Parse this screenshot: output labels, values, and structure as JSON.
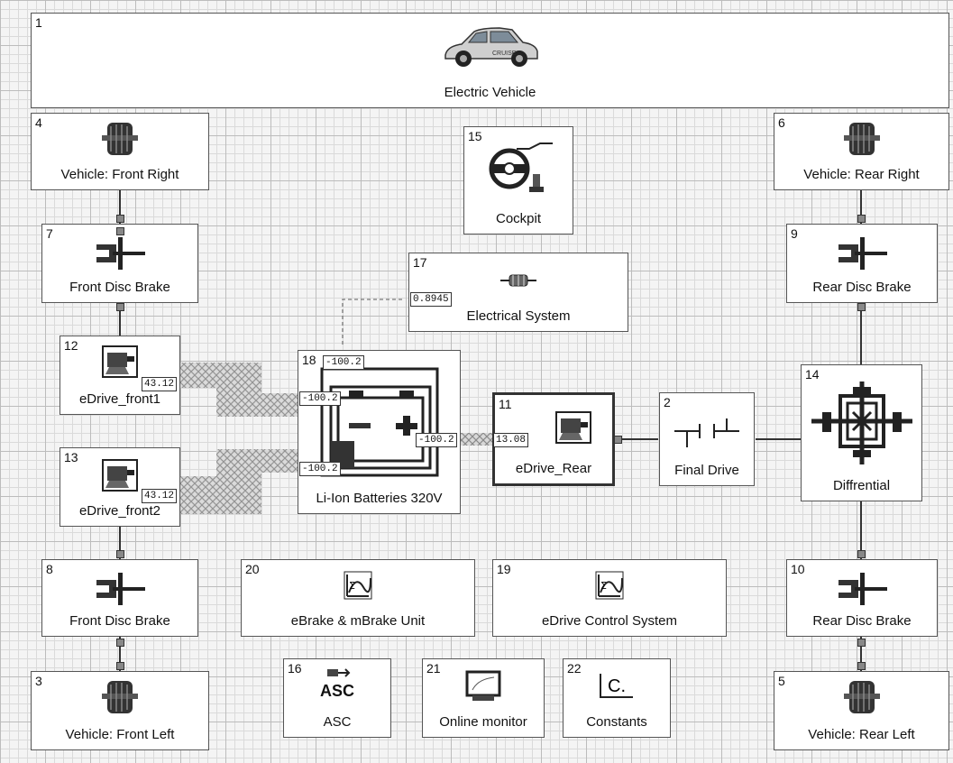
{
  "blocks": {
    "b1": {
      "num": "1",
      "label": "Electric Vehicle",
      "icon": "car-icon"
    },
    "b4": {
      "num": "4",
      "label": "Vehicle: Front Right",
      "icon": "wheel-icon"
    },
    "b6": {
      "num": "6",
      "label": "Vehicle: Rear Right",
      "icon": "wheel-icon"
    },
    "b15": {
      "num": "15",
      "label": "Cockpit",
      "icon": "steering-wheel-icon"
    },
    "b7": {
      "num": "7",
      "label": "Front Disc Brake",
      "icon": "disc-brake-icon"
    },
    "b9": {
      "num": "9",
      "label": "Rear Disc Brake",
      "icon": "disc-brake-icon"
    },
    "b17": {
      "num": "17",
      "label": "Electrical System",
      "icon": "resistor-icon"
    },
    "b12": {
      "num": "12",
      "label": "eDrive_front1",
      "icon": "electric-motor-icon"
    },
    "b18": {
      "num": "18",
      "label": "Li-Ion Batteries 320V",
      "icon": "battery-icon"
    },
    "b11": {
      "num": "11",
      "label": "eDrive_Rear",
      "icon": "electric-motor-icon"
    },
    "b2": {
      "num": "2",
      "label": "Final Drive",
      "icon": "gear-pair-icon"
    },
    "b14": {
      "num": "14",
      "label": "Diffrential",
      "icon": "differential-icon"
    },
    "b13": {
      "num": "13",
      "label": "eDrive_front2",
      "icon": "electric-motor-icon"
    },
    "b8": {
      "num": "8",
      "label": "Front Disc Brake",
      "icon": "disc-brake-icon"
    },
    "b10": {
      "num": "10",
      "label": "Rear Disc Brake",
      "icon": "disc-brake-icon"
    },
    "b20": {
      "num": "20",
      "label": "eBrake & mBrake Unit",
      "icon": "function-icon"
    },
    "b19": {
      "num": "19",
      "label": "eDrive Control System",
      "icon": "function-icon"
    },
    "b3": {
      "num": "3",
      "label": "Vehicle: Front Left",
      "icon": "wheel-icon"
    },
    "b16": {
      "num": "16",
      "label": "ASC",
      "icon": "asc-icon",
      "icon_text": "ASC"
    },
    "b21": {
      "num": "21",
      "label": "Online monitor",
      "icon": "monitor-icon"
    },
    "b22": {
      "num": "22",
      "label": "Constants",
      "icon": "constants-icon",
      "icon_text": "C."
    },
    "car_badge": "CRUISE"
  },
  "values": {
    "elec_sys": "0.8945",
    "front1": "43.12",
    "front2": "43.12",
    "rear": "13.08",
    "batt_top": "-100.2",
    "batt_mid": "-100.2",
    "batt_bot": "-100.2",
    "batt_right": "-100.2"
  }
}
